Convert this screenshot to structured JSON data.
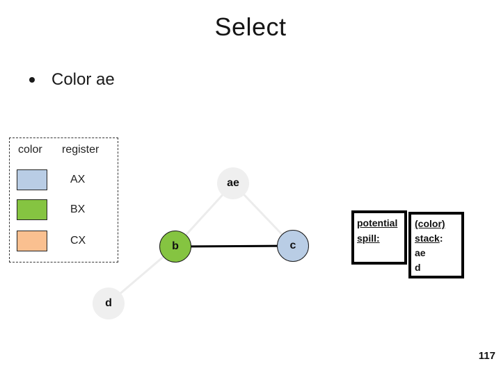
{
  "slide": {
    "title": "Select",
    "bullet_text": "Color ae",
    "page_number": "117"
  },
  "legend": {
    "header_color": "color",
    "header_register": "register",
    "rows": [
      {
        "swatch_color": "#b9cde5",
        "register": "AX"
      },
      {
        "swatch_color": "#85c441",
        "register": "BX"
      },
      {
        "swatch_color": "#fac090",
        "register": "CX"
      }
    ]
  },
  "graph": {
    "nodes": [
      {
        "label": "ae",
        "fill": "#efefef",
        "colored": false
      },
      {
        "label": "b",
        "fill": "#85c441",
        "colored": true
      },
      {
        "label": "c",
        "fill": "#b9cde5",
        "colored": true
      },
      {
        "label": "d",
        "fill": "#efefef",
        "colored": false
      }
    ],
    "edges": [
      {
        "from": "ae",
        "to": "b",
        "style": "faded"
      },
      {
        "from": "ae",
        "to": "c",
        "style": "faded"
      },
      {
        "from": "b",
        "to": "c",
        "style": "active"
      },
      {
        "from": "b",
        "to": "d",
        "style": "faded"
      }
    ],
    "edge_colors": {
      "faded": "#ececec",
      "active": "#000000"
    }
  },
  "spill_box": {
    "line1": "potential",
    "line2": "spill:"
  },
  "stack_box": {
    "line1": "(color)",
    "line2_word": "stack",
    "line2_suffix": ":",
    "items": [
      "ae",
      "d"
    ]
  }
}
